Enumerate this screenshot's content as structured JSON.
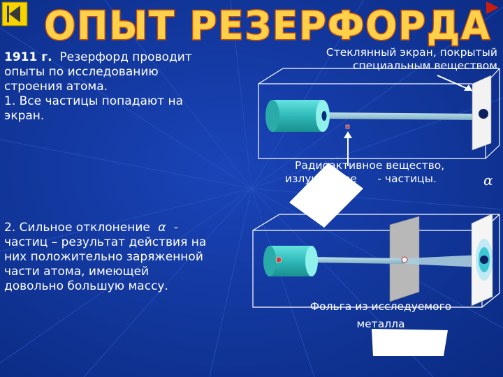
{
  "title": "ОПЫТ РЕЗЕРФОРДА",
  "nav": {
    "prev_icon": "back-arrow-icon",
    "next_icon": "forward-arrow-icon"
  },
  "colors": {
    "background": "#0c2d8a",
    "title_fill": "#ffd04a",
    "title_stroke": "#cc4f00",
    "cylinder": "#3cc8c8"
  },
  "left": {
    "year": "1911 г.",
    "intro_rest": "Резерфорд проводит",
    "intro_line2": "опыты по исследованию",
    "intro_line3": "строения атома.",
    "point1_line1": "1. Все частицы попадают на",
    "point1_line2": "экран.",
    "point2_line1": "2. Сильное отклонение",
    "point2_dash": "-",
    "point2_line2": "частиц – результат действия на",
    "point2_line3": "них положительно заряженной",
    "point2_line4": "части атома, имеющей",
    "point2_line5": "довольно большую массу."
  },
  "captions": {
    "screen_line1": "Стеклянный экран, покрытый",
    "screen_line2": "специальным веществом",
    "source_line1": "Радиоактивное вещество,",
    "source_line2_a": "излучающее",
    "source_line2_b": "- частицы.",
    "foil_line1": "Фольга из исследуемого",
    "foil_line2": "металла",
    "alpha_symbol": "α"
  }
}
